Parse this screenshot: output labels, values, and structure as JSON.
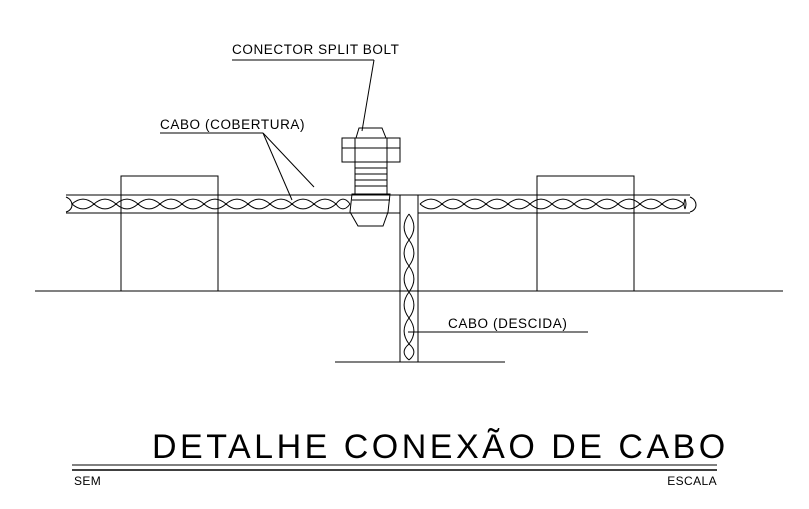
{
  "labels": {
    "connector": "CONECTOR SPLIT BOLT",
    "cable_roof": "CABO (COBERTURA)",
    "cable_down": "CABO (DESCIDA)"
  },
  "title": "DETALHE CONEXÃO DE CABO",
  "scale_left": "SEM",
  "scale_right": "ESCALA"
}
